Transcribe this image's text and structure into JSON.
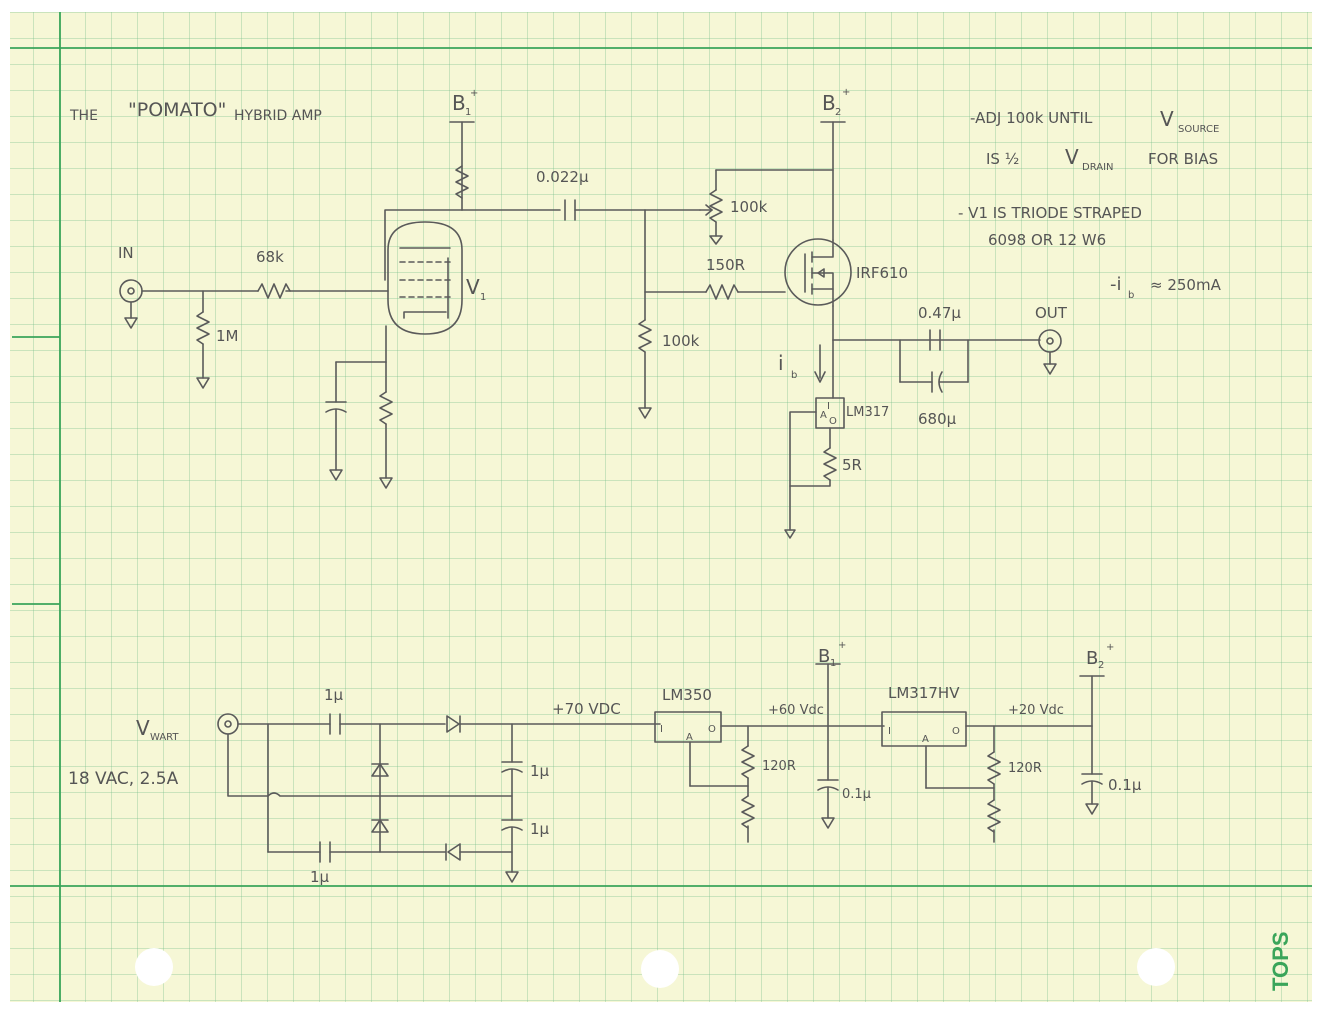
{
  "title": {
    "word_the": "THE",
    "word_name": "\"POMATO\"",
    "word_rest": "HYBRID AMP"
  },
  "notes": {
    "line1_a": "-ADJ 100k UNTIL",
    "line1_b": "V",
    "line1_sub": "SOURCE",
    "line2_a": "IS ½",
    "line2_b": "V",
    "line2_sub": "DRAIN",
    "line2_c": "FOR BIAS",
    "line3": "- V1 IS TRIODE STRAPED",
    "line4": "6098 OR 12 W6",
    "line5_a": "-i",
    "line5_sub": "b",
    "line5_b": "≈ 250mA"
  },
  "amp": {
    "in_label": "IN",
    "r_in": "68k",
    "r_grid": "1M",
    "tube": "V",
    "tube_sub": "1",
    "b1": "B",
    "b1_sub": "1",
    "b1_sup": "+",
    "b2": "B",
    "b2_sub": "2",
    "b2_sup": "+",
    "coupling_cap": "0.022μ",
    "pot": "100k",
    "r_gate": "150R",
    "r_bias": "100k",
    "mosfet": "IRF610",
    "ib": "i",
    "ib_sub": "b",
    "cs_reg": "LM317",
    "reg_pin_i": "I",
    "reg_pin_a": "A",
    "reg_pin_o": "O",
    "r_set": "5R",
    "c_out1": "0.47μ",
    "c_out2": "680μ",
    "out_label": "OUT"
  },
  "psu": {
    "vwart": "V",
    "vwart_sub": "WART",
    "vac": "18 VAC, 2.5A",
    "c1": "1μ",
    "c2": "1μ",
    "c3": "1μ",
    "c4": "1μ",
    "v70": "+70 VDC",
    "reg1": "LM350",
    "v60": "+60 Vdc",
    "r120a": "120R",
    "c01a": "0.1μ",
    "b1": "B",
    "b1_sub": "1",
    "b1_sup": "+",
    "reg2": "LM317HV",
    "v20": "+20 Vdc",
    "r120b": "120R",
    "c01b": "0.1μ",
    "b2": "B",
    "b2_sub": "2",
    "b2_sup": "+",
    "pin_i": "I",
    "pin_a": "A",
    "pin_o": "O"
  },
  "brand": "TOPS",
  "colors": {
    "paper": "#f6f7d6",
    "grid": "#8cc8a0",
    "margin": "#3aa55a",
    "pencil": "#5a5a5a",
    "brand": "#3aa55a"
  }
}
